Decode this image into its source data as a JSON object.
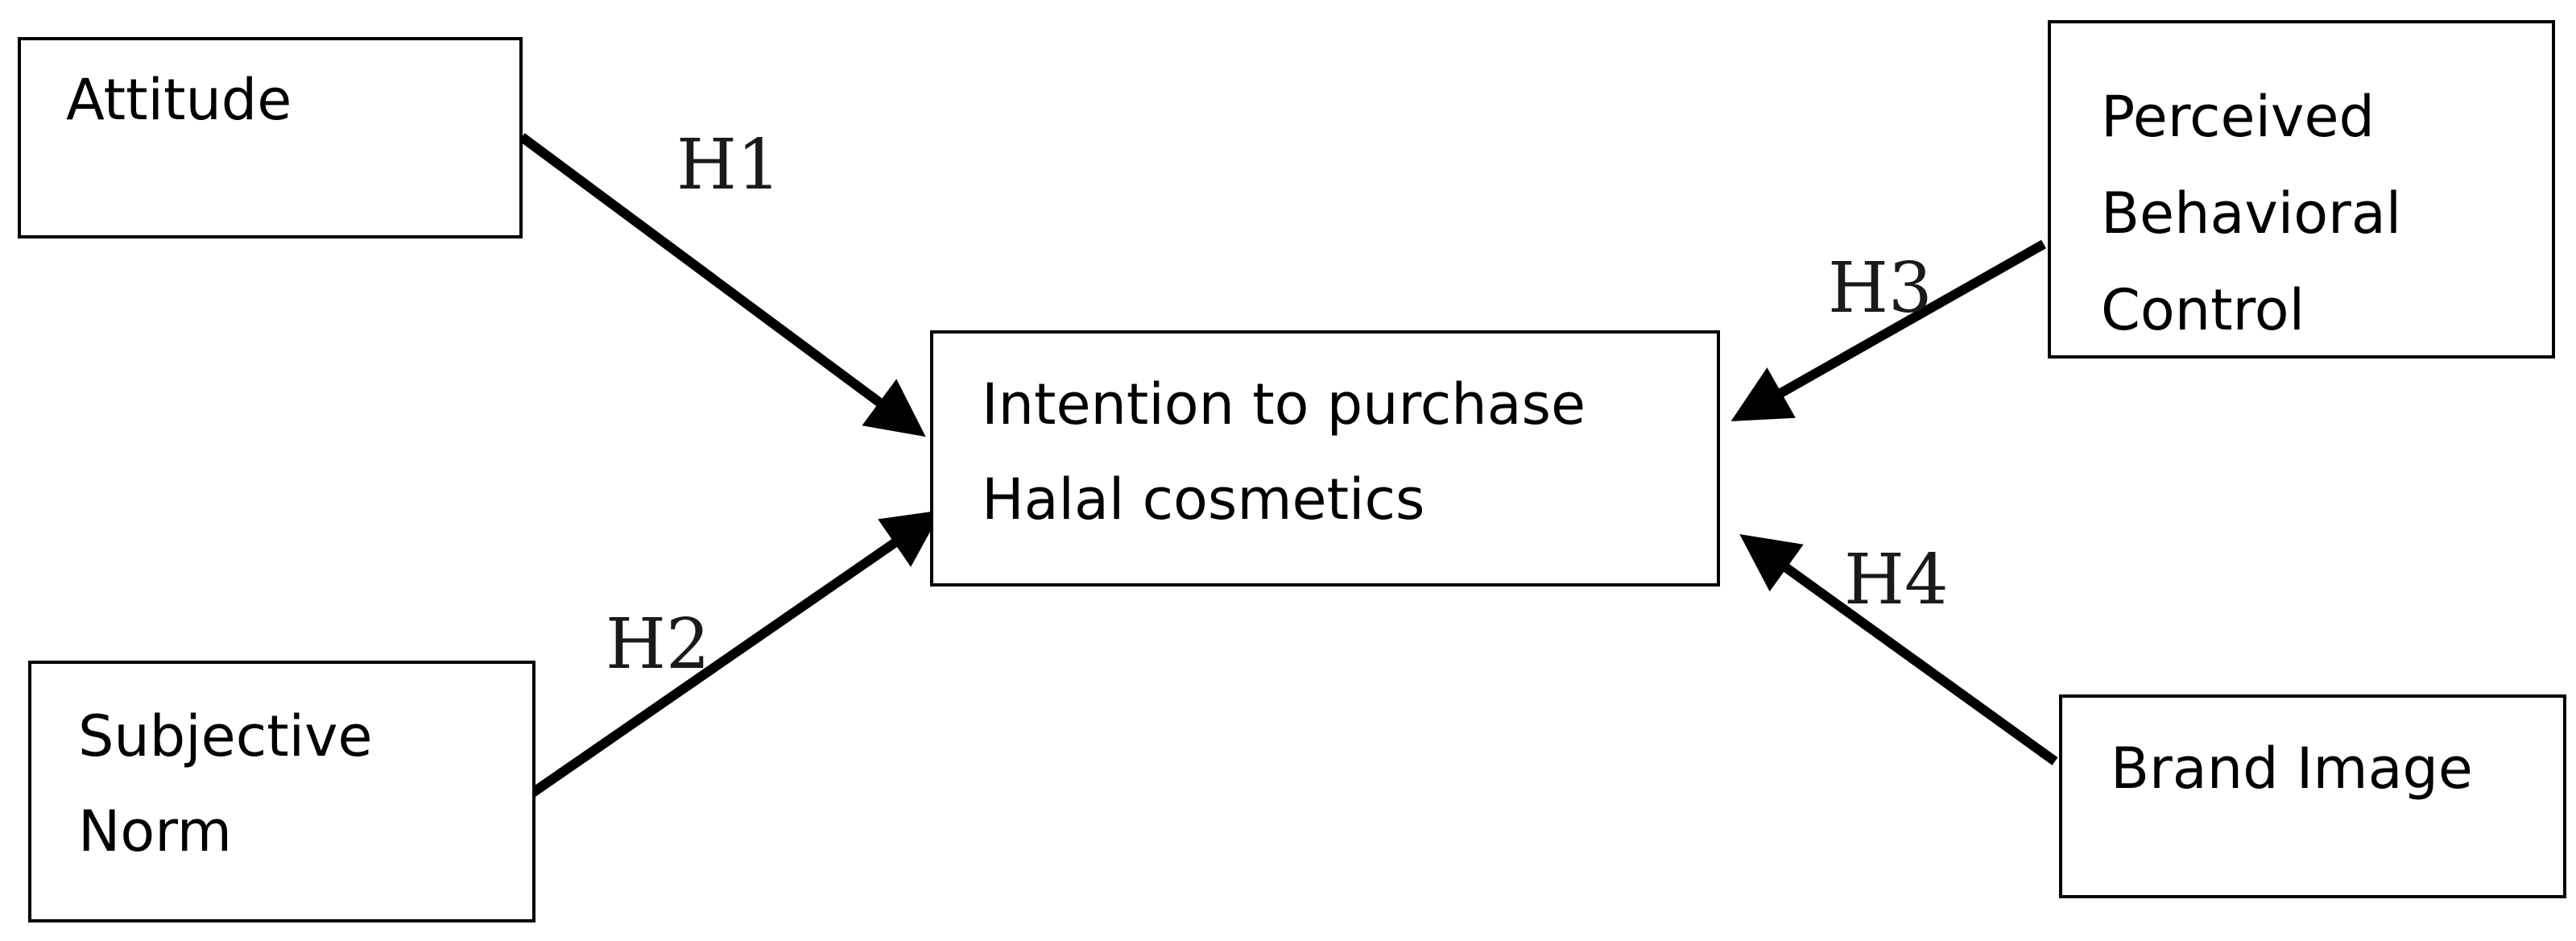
{
  "nodes": {
    "attitude": {
      "lines": [
        "Attitude"
      ]
    },
    "subjective_norm": {
      "lines": [
        "Subjective",
        "Norm"
      ]
    },
    "perceived_behavioral_control": {
      "lines": [
        "Perceived",
        "Behavioral",
        "Control"
      ]
    },
    "brand_image": {
      "lines": [
        "Brand Image"
      ]
    },
    "intention": {
      "lines": [
        "Intention to purchase",
        "Halal cosmetics"
      ]
    }
  },
  "hypotheses": {
    "h1": "H1",
    "h2": "H2",
    "h3": "H3",
    "h4": "H4"
  },
  "colors": {
    "stroke": "#000000",
    "label": "#1a1a1a"
  }
}
